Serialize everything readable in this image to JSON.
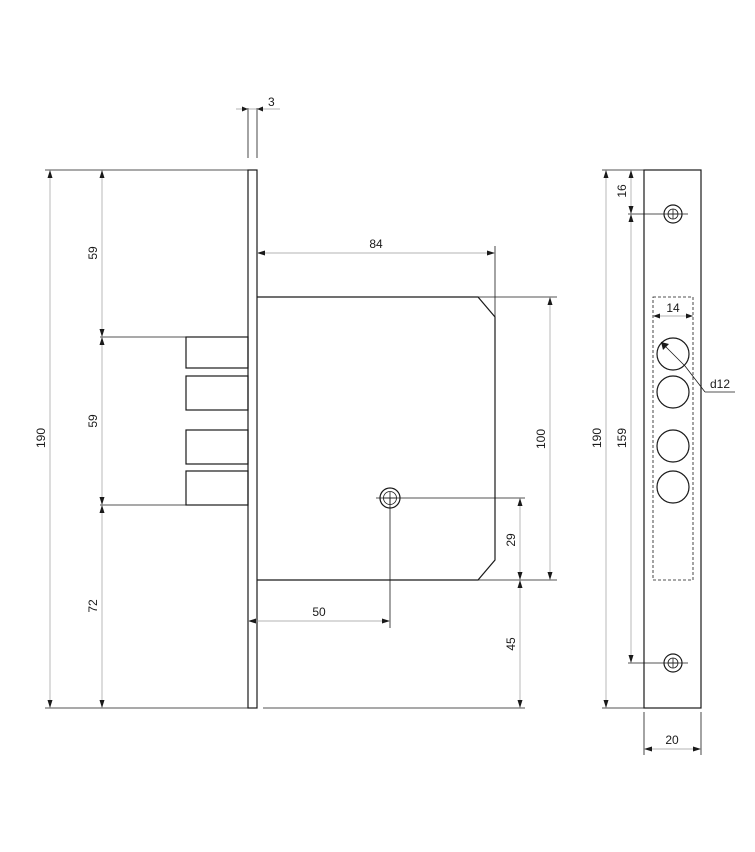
{
  "dimensions": {
    "faceplate_thickness": "3",
    "total_height_left": "190",
    "top_to_bolt": "59",
    "bolt_span": "59",
    "bolt_to_bottom": "72",
    "case_depth": "84",
    "case_height": "100",
    "backset": "50",
    "cylinder_to_case_bottom": "29",
    "case_bottom_to_plate_bottom": "45",
    "front_total_height": "190",
    "screw_spacing": "159",
    "screw_offset_top": "16",
    "bolt_zone_width": "14",
    "bolt_diameter": "d12",
    "faceplate_width": "20"
  }
}
